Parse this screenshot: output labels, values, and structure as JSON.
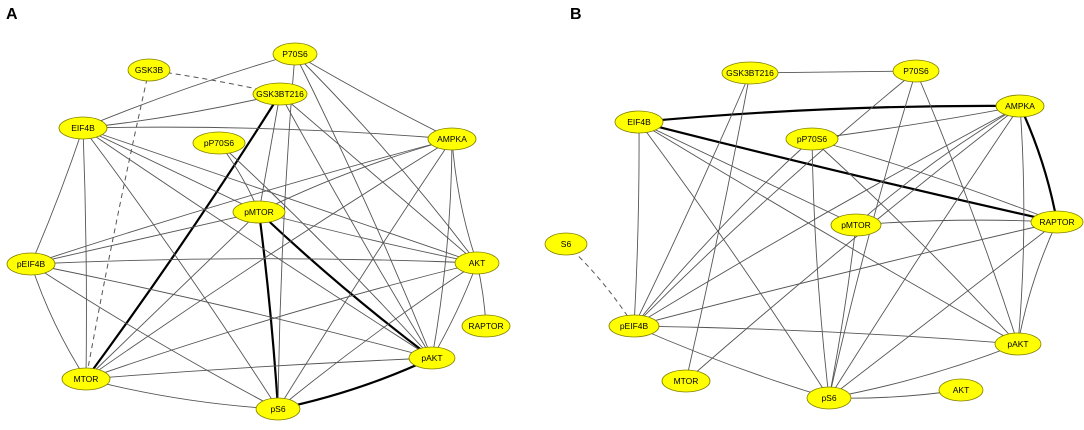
{
  "panels": [
    {
      "id": "A",
      "letter": "A",
      "nodes": [
        {
          "id": "GSK3B",
          "label": "GSK3B"
        },
        {
          "id": "P70S6",
          "label": "P70S6"
        },
        {
          "id": "GSK3BT216",
          "label": "GSK3BT216"
        },
        {
          "id": "EIF4B",
          "label": "EIF4B"
        },
        {
          "id": "pP70S6",
          "label": "pP70S6"
        },
        {
          "id": "AMPKA",
          "label": "AMPKA"
        },
        {
          "id": "pMTOR",
          "label": "pMTOR"
        },
        {
          "id": "pEIF4B",
          "label": "pEIF4B"
        },
        {
          "id": "AKT",
          "label": "AKT"
        },
        {
          "id": "RAPTOR",
          "label": "RAPTOR"
        },
        {
          "id": "MTOR",
          "label": "MTOR"
        },
        {
          "id": "pAKT",
          "label": "pAKT"
        },
        {
          "id": "pS6",
          "label": "pS6"
        }
      ],
      "edges": [
        {
          "s": "GSK3B",
          "t": "GSK3BT216",
          "style": "dashed"
        },
        {
          "s": "GSK3B",
          "t": "MTOR",
          "style": "dashed"
        },
        {
          "s": "MTOR",
          "t": "GSK3BT216",
          "style": "bold"
        },
        {
          "s": "pMTOR",
          "t": "pS6",
          "style": "bold"
        },
        {
          "s": "pMTOR",
          "t": "pAKT",
          "style": "bold"
        },
        {
          "s": "pS6",
          "t": "pAKT",
          "style": "bold"
        },
        {
          "s": "P70S6",
          "t": "EIF4B",
          "style": "normal"
        },
        {
          "s": "P70S6",
          "t": "AMPKA",
          "style": "normal"
        },
        {
          "s": "P70S6",
          "t": "pAKT",
          "style": "normal"
        },
        {
          "s": "P70S6",
          "t": "pS6",
          "style": "normal"
        },
        {
          "s": "P70S6",
          "t": "AKT",
          "style": "normal"
        },
        {
          "s": "GSK3BT216",
          "t": "EIF4B",
          "style": "normal"
        },
        {
          "s": "GSK3BT216",
          "t": "AKT",
          "style": "normal"
        },
        {
          "s": "GSK3BT216",
          "t": "pAKT",
          "style": "normal"
        },
        {
          "s": "GSK3BT216",
          "t": "pMTOR",
          "style": "normal"
        },
        {
          "s": "EIF4B",
          "t": "pEIF4B",
          "style": "normal"
        },
        {
          "s": "EIF4B",
          "t": "MTOR",
          "style": "normal"
        },
        {
          "s": "EIF4B",
          "t": "pMTOR",
          "style": "normal"
        },
        {
          "s": "EIF4B",
          "t": "pAKT",
          "style": "normal"
        },
        {
          "s": "EIF4B",
          "t": "pS6",
          "style": "normal"
        },
        {
          "s": "EIF4B",
          "t": "AKT",
          "style": "normal"
        },
        {
          "s": "EIF4B",
          "t": "AMPKA",
          "style": "normal"
        },
        {
          "s": "pP70S6",
          "t": "pMTOR",
          "style": "normal"
        },
        {
          "s": "pP70S6",
          "t": "pAKT",
          "style": "normal"
        },
        {
          "s": "AMPKA",
          "t": "pMTOR",
          "style": "normal"
        },
        {
          "s": "AMPKA",
          "t": "MTOR",
          "style": "normal"
        },
        {
          "s": "AMPKA",
          "t": "pS6",
          "style": "normal"
        },
        {
          "s": "AMPKA",
          "t": "pAKT",
          "style": "normal"
        },
        {
          "s": "AMPKA",
          "t": "AKT",
          "style": "normal"
        },
        {
          "s": "AMPKA",
          "t": "pEIF4B",
          "style": "normal"
        },
        {
          "s": "pMTOR",
          "t": "pEIF4B",
          "style": "normal"
        },
        {
          "s": "pMTOR",
          "t": "MTOR",
          "style": "normal"
        },
        {
          "s": "pMTOR",
          "t": "AKT",
          "style": "normal"
        },
        {
          "s": "pEIF4B",
          "t": "AKT",
          "style": "normal"
        },
        {
          "s": "pEIF4B",
          "t": "pAKT",
          "style": "normal"
        },
        {
          "s": "pEIF4B",
          "t": "pS6",
          "style": "normal"
        },
        {
          "s": "pEIF4B",
          "t": "MTOR",
          "style": "normal"
        },
        {
          "s": "AKT",
          "t": "MTOR",
          "style": "normal"
        },
        {
          "s": "AKT",
          "t": "pAKT",
          "style": "normal"
        },
        {
          "s": "AKT",
          "t": "RAPTOR",
          "style": "normal"
        },
        {
          "s": "AKT",
          "t": "pS6",
          "style": "normal"
        },
        {
          "s": "MTOR",
          "t": "pAKT",
          "style": "normal"
        },
        {
          "s": "MTOR",
          "t": "pS6",
          "style": "normal"
        }
      ]
    },
    {
      "id": "B",
      "letter": "B",
      "nodes": [
        {
          "id": "GSK3BT216",
          "label": "GSK3BT216"
        },
        {
          "id": "P70S6",
          "label": "P70S6"
        },
        {
          "id": "AMPKA",
          "label": "AMPKA"
        },
        {
          "id": "EIF4B",
          "label": "EIF4B"
        },
        {
          "id": "pP70S6",
          "label": "pP70S6"
        },
        {
          "id": "RAPTOR",
          "label": "RAPTOR"
        },
        {
          "id": "pMTOR",
          "label": "pMTOR"
        },
        {
          "id": "S6",
          "label": "S6"
        },
        {
          "id": "pEIF4B",
          "label": "pEIF4B"
        },
        {
          "id": "pAKT",
          "label": "pAKT"
        },
        {
          "id": "MTOR",
          "label": "MTOR"
        },
        {
          "id": "pS6",
          "label": "pS6"
        },
        {
          "id": "AKT",
          "label": "AKT"
        }
      ],
      "edges": [
        {
          "s": "S6",
          "t": "pEIF4B",
          "style": "dashed"
        },
        {
          "s": "EIF4B",
          "t": "AMPKA",
          "style": "bold"
        },
        {
          "s": "EIF4B",
          "t": "RAPTOR",
          "style": "bold"
        },
        {
          "s": "AMPKA",
          "t": "RAPTOR",
          "style": "bold"
        },
        {
          "s": "GSK3BT216",
          "t": "P70S6",
          "style": "normal"
        },
        {
          "s": "GSK3BT216",
          "t": "MTOR",
          "style": "normal"
        },
        {
          "s": "GSK3BT216",
          "t": "pEIF4B",
          "style": "normal"
        },
        {
          "s": "P70S6",
          "t": "pEIF4B",
          "style": "normal"
        },
        {
          "s": "P70S6",
          "t": "pAKT",
          "style": "normal"
        },
        {
          "s": "P70S6",
          "t": "pS6",
          "style": "normal"
        },
        {
          "s": "EIF4B",
          "t": "pEIF4B",
          "style": "normal"
        },
        {
          "s": "EIF4B",
          "t": "pS6",
          "style": "normal"
        },
        {
          "s": "EIF4B",
          "t": "pAKT",
          "style": "normal"
        },
        {
          "s": "EIF4B",
          "t": "pMTOR",
          "style": "normal"
        },
        {
          "s": "pP70S6",
          "t": "AMPKA",
          "style": "normal"
        },
        {
          "s": "pP70S6",
          "t": "RAPTOR",
          "style": "normal"
        },
        {
          "s": "pP70S6",
          "t": "pEIF4B",
          "style": "normal"
        },
        {
          "s": "pP70S6",
          "t": "pS6",
          "style": "normal"
        },
        {
          "s": "pP70S6",
          "t": "pAKT",
          "style": "normal"
        },
        {
          "s": "AMPKA",
          "t": "pMTOR",
          "style": "normal"
        },
        {
          "s": "AMPKA",
          "t": "pEIF4B",
          "style": "normal"
        },
        {
          "s": "AMPKA",
          "t": "pS6",
          "style": "normal"
        },
        {
          "s": "AMPKA",
          "t": "pAKT",
          "style": "normal"
        },
        {
          "s": "AMPKA",
          "t": "MTOR",
          "style": "normal"
        },
        {
          "s": "RAPTOR",
          "t": "pMTOR",
          "style": "normal"
        },
        {
          "s": "RAPTOR",
          "t": "pEIF4B",
          "style": "normal"
        },
        {
          "s": "RAPTOR",
          "t": "pS6",
          "style": "normal"
        },
        {
          "s": "RAPTOR",
          "t": "pAKT",
          "style": "normal"
        },
        {
          "s": "pMTOR",
          "t": "pS6",
          "style": "normal"
        },
        {
          "s": "pEIF4B",
          "t": "pS6",
          "style": "normal"
        },
        {
          "s": "pEIF4B",
          "t": "pAKT",
          "style": "normal"
        },
        {
          "s": "pS6",
          "t": "pAKT",
          "style": "normal"
        },
        {
          "s": "pS6",
          "t": "AKT",
          "style": "normal"
        }
      ]
    }
  ],
  "colors": {
    "node_fill": "#ffff00",
    "node_stroke": "#7f7f00",
    "edge_normal": "#555555",
    "edge_bold": "#000000",
    "edge_dashed": "#555555",
    "background": "#ffffff"
  }
}
